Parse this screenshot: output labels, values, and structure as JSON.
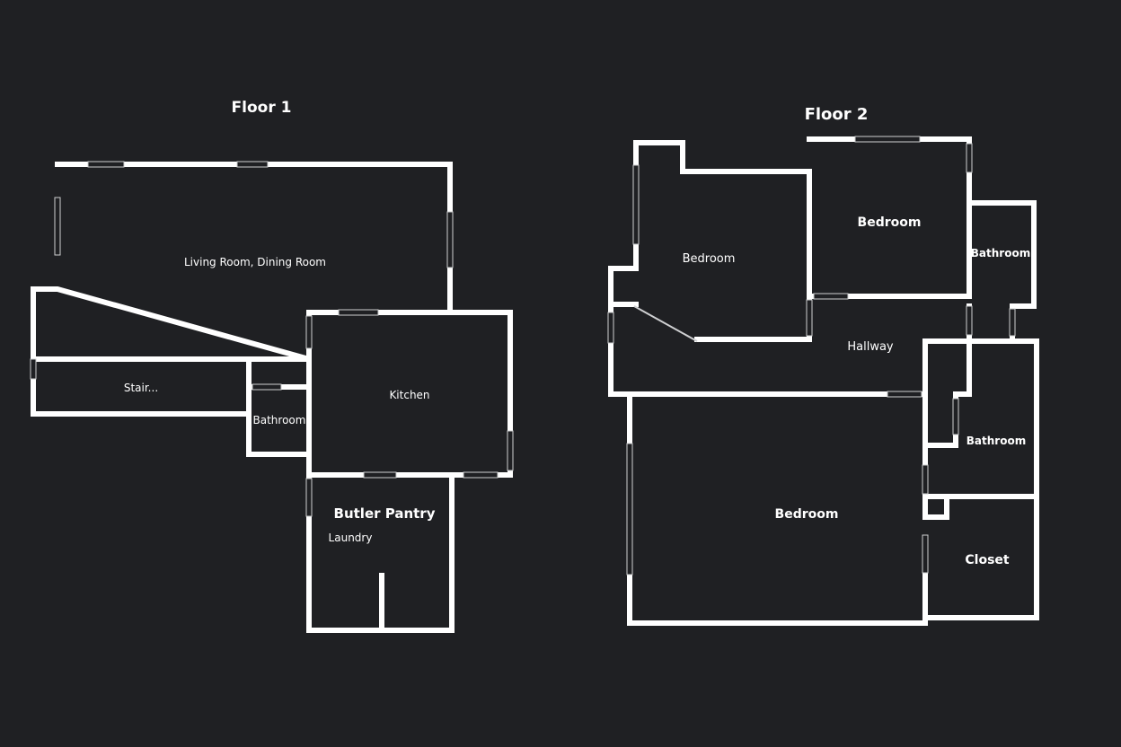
{
  "floors": [
    {
      "title": "Floor 1",
      "rooms": [
        "Living Room, Dining Room",
        "Stair...",
        "Bathroom",
        "Kitchen",
        "Butler Pantry",
        "Laundry"
      ]
    },
    {
      "title": "Floor 2",
      "rooms": [
        "Bedroom",
        "Bedroom",
        "Bathroom",
        "Hallway",
        "Bathroom",
        "Bedroom",
        "Closet"
      ]
    }
  ],
  "colors": {
    "background": "#1f2023",
    "walls": "#ffffff",
    "text": "#ffffff"
  }
}
